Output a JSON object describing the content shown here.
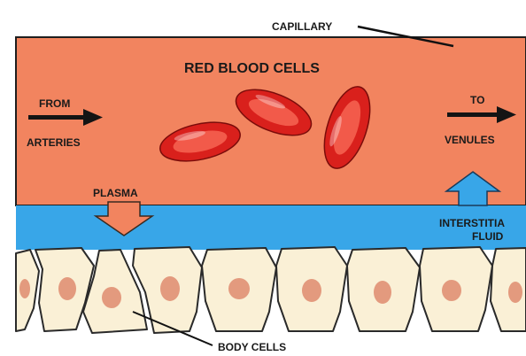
{
  "labels": {
    "capillary": "CAPILLARY",
    "red_blood_cells": "RED BLOOD CELLS",
    "from": "FROM",
    "arteries": "ARTERIES",
    "to": "TO",
    "venules": "VENULES",
    "plasma": "PLASMA",
    "interstitial_line1": "INTERSTITIA",
    "interstitial_line2": "FLUID",
    "body_cells": "BODY CELLS"
  },
  "colors": {
    "capillary": "#F2845F",
    "capillary_edge": "#1e1e1e",
    "interstitial_fluid": "#38A6E8",
    "plasma_arrow": "#F2845F",
    "fluid_arrow": "#38A6E8",
    "red_blood_cell": "#D9201C",
    "red_blood_cell_highlight": "#F25A4A",
    "body_cell": "#FAF0D6",
    "nucleus": "#E39A7E"
  }
}
